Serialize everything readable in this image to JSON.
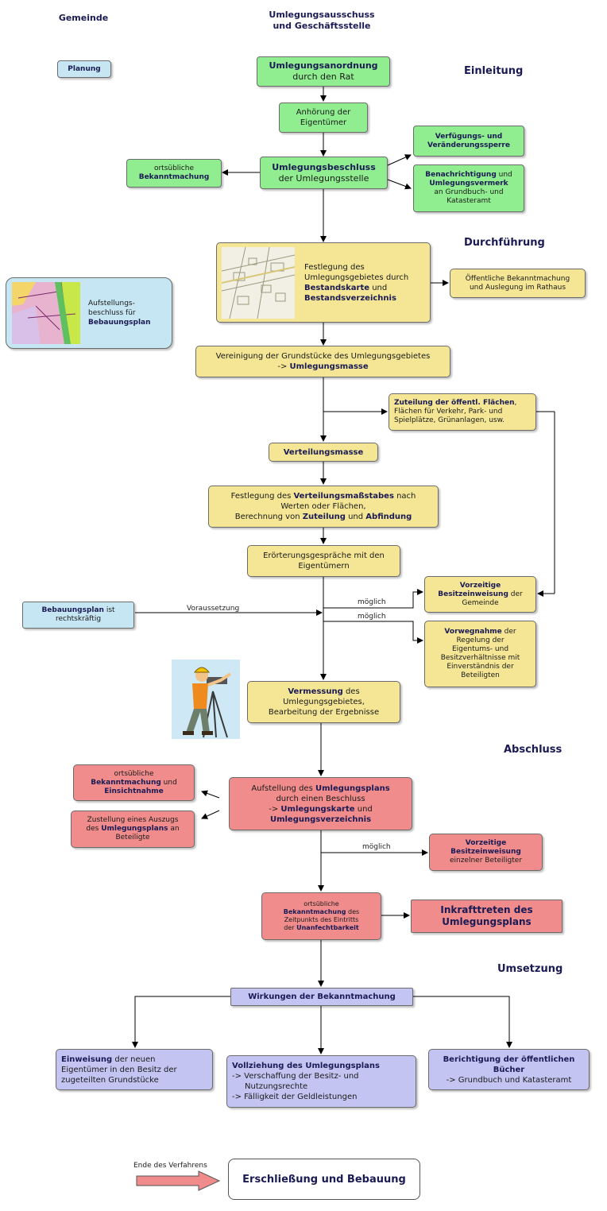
{
  "headers": {
    "gemeinde": "Gemeinde",
    "ausschuss_1": "Umlegungsausschuss",
    "ausschuss_2": "und Geschäftsstelle"
  },
  "sections": {
    "einleitung": "Einleitung",
    "durchfuehrung": "Durchführung",
    "abschluss": "Abschluss",
    "umsetzung": "Umsetzung"
  },
  "planung": "Planung",
  "anordnung": {
    "b": "Umlegungsanordnung",
    "t": "durch den Rat"
  },
  "anhoerung": {
    "l1": "Anhörung der",
    "l2": "Eigentümer"
  },
  "beschluss": {
    "b": "Umlegungsbeschluss",
    "t": "der Umlegungsstelle"
  },
  "bekanntmachung1": {
    "t": "ortsübliche",
    "b": "Bekanntmachung"
  },
  "sperre": {
    "b1": "Verfügungs- und",
    "b2": "Veränderungssperre"
  },
  "benachrichtigung": {
    "b1": "Benachrichtigung",
    "t1": " und",
    "b2": "Umlegungsvermerk",
    "t2": "an Grundbuch- und",
    "t3": "Katasteramt"
  },
  "festlegung": {
    "l1": "Festlegung des",
    "l2": "Umlegungsgebietes durch",
    "b1": "Bestandskarte",
    "t1": " und",
    "b2": "Bestandsverzeichnis"
  },
  "oeffentlich": {
    "l1": "Öffentliche Bekanntmachung",
    "l2": "und Auslegung im Rathaus"
  },
  "aufstellung_bp": {
    "l1": "Aufstellungs-",
    "l2": "beschluss für",
    "b": "Bebauungsplan"
  },
  "vereinigung": {
    "l1": "Vereinigung der Grundstücke des Umlegungsgebietes",
    "pre": "-> ",
    "b": "Umlegungsmasse"
  },
  "zuteilung": {
    "b": "Zuteilung der öffentl. Flächen",
    "t1": ",",
    "l2": "Flächen für Verkehr, Park- und",
    "l3": "Spielplätze, Grünanlagen, usw."
  },
  "verteilungsmasse": "Verteilungsmasse",
  "massstab": {
    "t1": "Festlegung des ",
    "b1": "Verteilungsmaßstabes",
    "t2": " nach",
    "l2": "Werten oder Flächen,",
    "t3": "Berechnung von ",
    "b2": "Zuteilung",
    "t4": " und ",
    "b3": "Abfindung"
  },
  "eroerterung": {
    "l1": "Erörterungsgespräche mit den",
    "l2": "Eigentümern"
  },
  "vorzeitig1": {
    "b1": "Vorzeitige",
    "b2": "Besitzeinweisung",
    "t1": " der",
    "l3": "Gemeinde"
  },
  "bp_rechtskraeftig": {
    "b": "Bebauungsplan",
    "t1": " ist",
    "l2": "rechtskräftig"
  },
  "labels": {
    "voraussetzung": "Voraussetzung",
    "moeglich1": "möglich",
    "moeglich2": "möglich",
    "moeglich3": "möglich",
    "ende": "Ende des Verfahrens"
  },
  "vorwegnahme": {
    "b": "Vorwegnahme",
    "t1": " der",
    "l2": "Regelung der",
    "l3": "Eigentums- und",
    "l4": "Besitzverhältnisse mit",
    "l5": "Einverständnis der",
    "l6": "Beteiligten"
  },
  "vermessung": {
    "b": "Vermessung",
    "t1": " des",
    "l2": "Umlegungsgebietes,",
    "l3": "Bearbeitung der Ergebnisse"
  },
  "bekanntmachung2": {
    "l1": "ortsübliche",
    "b1": "Bekanntmachung",
    "t1": " und",
    "b2": "Einsichtnahme"
  },
  "zustellung": {
    "l1": "Zustellung eines Auszugs",
    "t1": "des ",
    "b": "Umlegungsplans",
    "t2": " an",
    "l3": "Beteiligte"
  },
  "aufstellung_up": {
    "t1": "Aufstellung des ",
    "b1": "Umlegungsplans",
    "l2": "durch einen Beschluss",
    "pre": "-> ",
    "b2": "Umlegungskarte",
    "t2": " und",
    "b3": "Umlegungsverzeichnis"
  },
  "vorzeitig2": {
    "b1": "Vorzeitige",
    "b2": "Besitzeinweisung",
    "l3": "einzelner Beteiligter"
  },
  "bekanntmachung3": {
    "l1": "ortsübliche",
    "b1": "Bekanntmachung",
    "t1": " des",
    "l3": "Zeitpunkts des Eintritts",
    "t2": "der ",
    "b2": "Unanfechtbarkeit"
  },
  "inkrafttreten": {
    "l1": "Inkrafttreten des",
    "l2": "Umlegungsplans"
  },
  "wirkungen": "Wirkungen der Bekanntmachung",
  "einweisung": {
    "b": "Einweisung",
    "t1": " der neuen",
    "l2": "Eigentümer in den Besitz der",
    "l3": "zugeteilten Grundstücke"
  },
  "vollziehung": {
    "b": "Vollziehung des Umlegungsplans",
    "l2": "-> Verschaffung der Besitz- und",
    "l3": "Nutzungsrechte",
    "l4": "-> Fälligkeit der Geldleistungen"
  },
  "berichtigung": {
    "b1": "Berichtigung der öffentlichen",
    "b2": "Bücher",
    "l3": "-> Grundbuch und Katasteramt"
  },
  "erschliessung": "Erschließung und Bebauung",
  "colors": {
    "green": "#90ee90",
    "yellow": "#f4e695",
    "red": "#f08c8c",
    "blue": "#c5e6f2",
    "purple": "#c4c4f2"
  }
}
